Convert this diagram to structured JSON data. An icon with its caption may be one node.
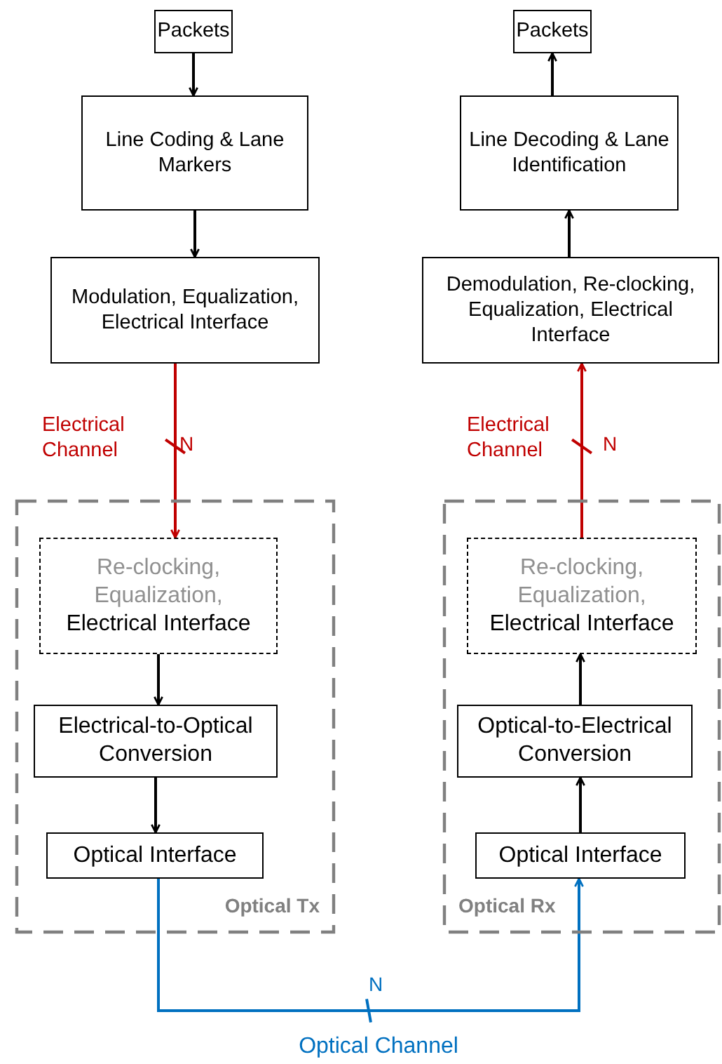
{
  "diagram": {
    "nodes": [
      {
        "text": [
          "Packets"
        ]
      },
      {
        "text": [
          "Line Coding & Lane Markers"
        ]
      },
      {
        "text": [
          "Modulation, Equalization, Electrical Interface"
        ]
      },
      {
        "text": [
          "Optical Tx"
        ]
      },
      {
        "text": [
          "Re-clocking, Equalization,",
          "Electrical Interface"
        ],
        "in": 3
      },
      {
        "text": [
          "Electrical-to-Optical Conversion"
        ],
        "in": 3
      },
      {
        "text": [
          "Optical Interface"
        ],
        "in": 3
      },
      {
        "text": [
          "Packets"
        ]
      },
      {
        "text": [
          "Line Decoding & Lane Identification"
        ]
      },
      {
        "text": [
          "Demodulation, Re-clocking, Equalization, Electrical Interface"
        ]
      },
      {
        "text": [
          "Optical Rx"
        ]
      },
      {
        "text": [
          "Re-clocking, Equalization,",
          "Electrical Interface"
        ],
        "in": 10
      },
      {
        "text": [
          "Optical-to-Electrical Conversion"
        ],
        "in": 10
      },
      {
        "text": [
          "Optical Interface"
        ],
        "in": 10
      }
    ],
    "edges": [
      {
        "from": 0,
        "to": 1,
        "arrow": "to"
      },
      {
        "from": 1,
        "to": 2,
        "arrow": "to"
      },
      {
        "from": 2,
        "to": 4,
        "arrow": "to",
        "label": "Electrical Channel",
        "color": "#c00000"
      },
      {
        "from": 4,
        "to": 5,
        "arrow": "to"
      },
      {
        "from": 5,
        "to": 6,
        "arrow": "to"
      },
      {
        "from": 6,
        "to": 13,
        "arrow": "to",
        "label": "Optical Channel",
        "color": "#0070c0"
      },
      {
        "from": 13,
        "to": 12,
        "arrow": "to"
      },
      {
        "from": 12,
        "to": 11,
        "arrow": "to"
      },
      {
        "from": 11,
        "to": 9,
        "arrow": "to",
        "label": "Electrical Channel",
        "color": "#c00000"
      },
      {
        "from": 9,
        "to": 8,
        "arrow": "to"
      },
      {
        "from": 8,
        "to": 7,
        "arrow": "to"
      }
    ],
    "labels": [
      "N",
      "N",
      "N"
    ]
  }
}
